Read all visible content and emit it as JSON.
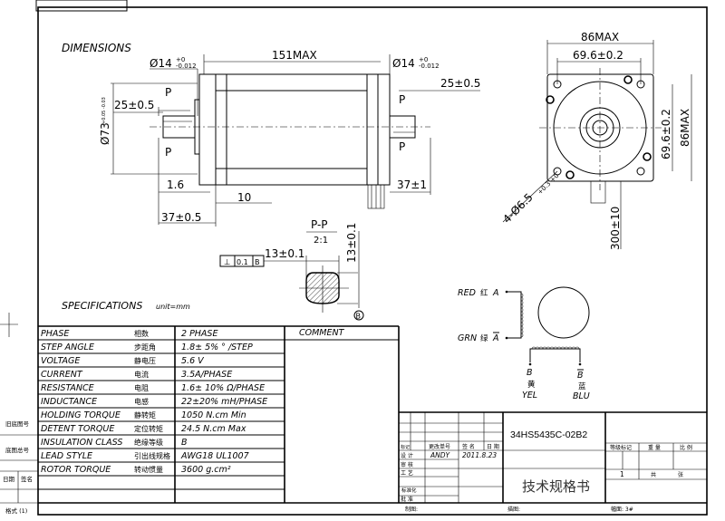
{
  "headings": {
    "dimensions": "DIMENSIONS",
    "specifications": "SPECIFICATIONS",
    "unit": "unit=mm"
  },
  "side_view": {
    "length": "151MAX",
    "front_shaft_dia": "Ø14",
    "shaft_tol_upper": "+0",
    "shaft_tol_lower": "-0.012",
    "rear_shaft_dia": "Ø14",
    "front_shaft_len": "25±0.5",
    "rear_shaft_len": "25±0.5",
    "pilot_dia": "Ø73",
    "pilot_tol": "+0.05 -0.03",
    "flange_thk": "1.6",
    "body_step": "10",
    "front_ext": "37±0.5",
    "rear_ext": "37±1",
    "section_mark": "P"
  },
  "front_view": {
    "width": "86MAX",
    "hole_pitch_h": "69.6±0.2",
    "hole_pitch_v": "69.6±0.2",
    "height": "86MAX",
    "holes": "4-Ø6.5",
    "holes_tol": "+0.3 +0",
    "lead_length": "300±10"
  },
  "section": {
    "title": "P-P",
    "scale": "2:1",
    "tol_symbol": "⊥",
    "tol_value": "0.1",
    "tol_datum": "B",
    "flat_width": "13±0.1",
    "flat_height": "13±0.1",
    "datum": "B"
  },
  "specs": {
    "comment_header": "COMMENT",
    "rows": [
      {
        "en": "PHASE",
        "cn": "相数",
        "value": "2  PHASE"
      },
      {
        "en": "STEP ANGLE",
        "cn": "步距角",
        "value": "1.8± 5% ° /STEP"
      },
      {
        "en": "VOLTAGE",
        "cn": "静电压",
        "value": "5.6  V"
      },
      {
        "en": "CURRENT",
        "cn": "电流",
        "value": "3.5A/PHASE"
      },
      {
        "en": "RESISTANCE",
        "cn": "电阻",
        "value": "1.6± 10%  Ω/PHASE"
      },
      {
        "en": "INDUCTANCE",
        "cn": "电感",
        "value": "22±20% mH/PHASE"
      },
      {
        "en": "HOLDING TORQUE",
        "cn": "静转矩",
        "value": "1050  N.cm Min"
      },
      {
        "en": "DETENT TORQUE",
        "cn": "定位转矩",
        "value": "24.5 N.cm Max"
      },
      {
        "en": "INSULATION CLASS",
        "cn": "绝缘等级",
        "value": "B"
      },
      {
        "en": "LEAD STYLE",
        "cn": "引出线规格",
        "value": "AWG18 UL1007"
      },
      {
        "en": "ROTOR TORQUE",
        "cn": "转动惯量",
        "value": "3600 g.cm²"
      }
    ]
  },
  "wiring": {
    "a": {
      "color": "RED",
      "cn": "红",
      "label": "A"
    },
    "a_bar": {
      "color": "GRN",
      "cn": "绿",
      "label": "A"
    },
    "b": {
      "color": "YEL",
      "cn": "黄",
      "label": "B"
    },
    "b_bar": {
      "color": "BLU",
      "cn": "蓝",
      "label": "B"
    }
  },
  "title_block": {
    "part_number": "34HS5435C-02B2",
    "doc_title": "技术规格书",
    "mark": "标记",
    "change_no": "更改单号",
    "signature": "签 名",
    "date": "日 期",
    "design": "设  计",
    "designer": "ANDY",
    "design_date": "2011.8.23",
    "review": "审  核",
    "process": "工  艺",
    "standard": "标准化",
    "approve": "批  准",
    "grade": "等级标记",
    "weight": "重  量",
    "ratio": "比  例",
    "sheets": "1",
    "total": "共",
    "sheet_unit": "张",
    "drawn": "制图:",
    "traced": "描图:",
    "format": "幅面: 3#"
  },
  "left_strip": {
    "old_no": "旧底图号",
    "total_no": "底图总号",
    "date": "日期",
    "sign": "签名",
    "format": "格式 (1)"
  }
}
